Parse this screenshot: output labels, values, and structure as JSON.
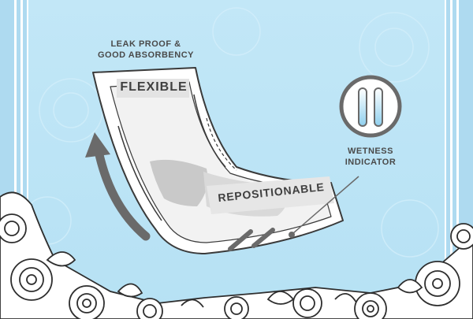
{
  "labels": {
    "leak_proof": "LEAK PROOF &\nGOOD ABSORBENCY",
    "flexible": "FLEXIBLE",
    "repositionable": "REPOSITIONABLE",
    "wetness": "WETNESS\nINDICATOR"
  },
  "icons": {
    "flex_arrow": "curved-arrow-icon",
    "indicator": "wetness-indicator-icon",
    "pad": "incontinence-pad-illustration",
    "flowers": "floral-border"
  },
  "colors": {
    "background": "#bfe6f6",
    "stripe": "#ffffff",
    "pad_outline": "#3a3a3a",
    "pad_shade": "#c9c9c9",
    "text": "#4a4a4a",
    "indicator_blue": "#8fd0ee"
  }
}
